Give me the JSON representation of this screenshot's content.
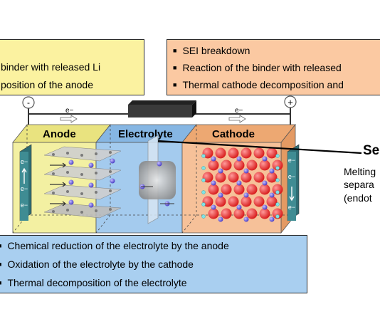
{
  "anode_box": {
    "lines": [
      "binder with released Li",
      "position of the anode"
    ]
  },
  "cathode_box": {
    "lines": [
      "SEI breakdown",
      "Reaction of the binder with released",
      "Thermal cathode decomposition and"
    ]
  },
  "electrolyte_box": {
    "lines": [
      "Chemical reduction of the electrolyte by the anode",
      "Oxidation of the electrolyte by the cathode",
      "Thermal decomposition of the electrolyte"
    ]
  },
  "separator": {
    "title": "Se",
    "lines": [
      "Melting",
      "separa",
      "(endot"
    ]
  },
  "cell": {
    "anode_label": "Anode",
    "electrolyte_label": "Electrolyte",
    "cathode_label": "Cathode",
    "neg_terminal": "-",
    "pos_terminal": "+",
    "electron_label": "e−"
  },
  "colors": {
    "anode": "#f3f0a2",
    "electrolyte": "#a4cbee",
    "cathode": "#f6c199",
    "current_collector": "#3f8c93",
    "yellow_box": "#fbf2a0",
    "orange_box": "#fbc9a2",
    "blue_box": "#a9cff0"
  }
}
